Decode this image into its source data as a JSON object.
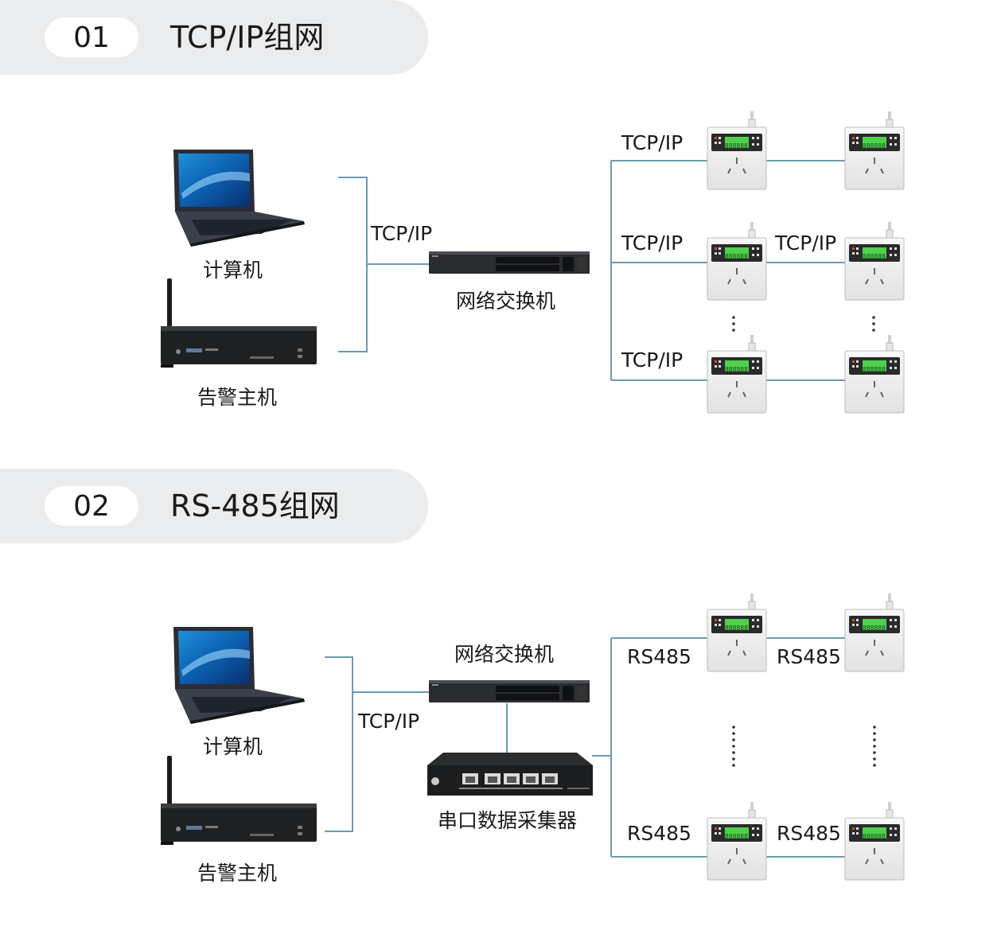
{
  "sections": [
    {
      "number": "01",
      "title": "TCP/IP组网"
    },
    {
      "number": "02",
      "title": "RS-485组网"
    }
  ],
  "s1": {
    "computer": "计算机",
    "alarm_host": "告警主机",
    "switch": "网络交换机",
    "link": "TCP/IP",
    "row_labels": [
      "TCP/IP",
      "TCP/IP",
      "TCP/IP",
      "TCP/IP"
    ]
  },
  "s2": {
    "computer": "计算机",
    "alarm_host": "告警主机",
    "switch": "网络交换机",
    "collector": "串口数据采集器",
    "link": "TCP/IP",
    "row_labels": [
      "RS485",
      "RS485",
      "RS485",
      "RS485"
    ]
  },
  "device_display": "888888",
  "colors": {
    "line": "#6b9bb0",
    "banner": "#ebecee",
    "lcd": "#4fd04f"
  }
}
